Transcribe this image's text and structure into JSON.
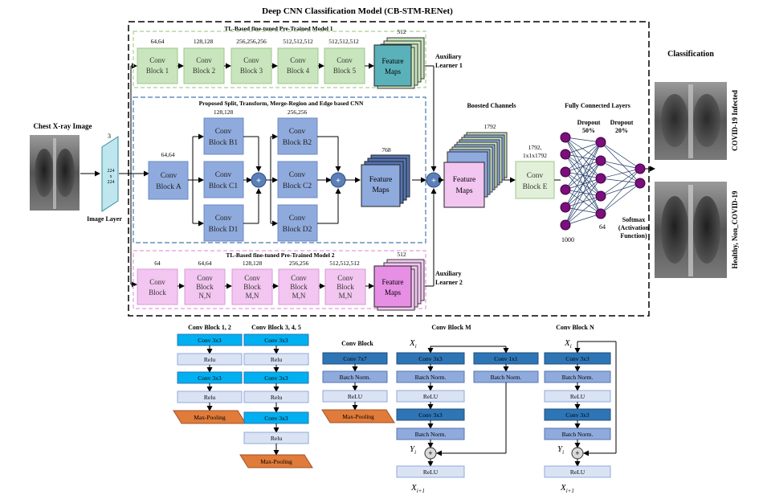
{
  "title": "Deep CNN Classification Model (CB-STM-RENet)",
  "input": {
    "label": "Chest X-ray Image",
    "image_layer": "Image Layer",
    "channels": "3",
    "size": [
      "224",
      "x",
      "224"
    ]
  },
  "tl_model_1": {
    "title": "TL-Based fine-tuned Pre-Trained Model 1",
    "blocks": [
      {
        "size": "64,64",
        "label": [
          "Conv",
          "Block 1"
        ]
      },
      {
        "size": "128,128",
        "label": [
          "Conv",
          "Block 2"
        ]
      },
      {
        "size": "256,256,256",
        "label": [
          "Conv",
          "Block 3"
        ]
      },
      {
        "size": "512,512,512",
        "label": [
          "Conv",
          "Block 4"
        ]
      },
      {
        "size": "512,512,512",
        "label": [
          "Conv",
          "Block 5"
        ]
      }
    ],
    "fmap_size": "512",
    "fmap_label": [
      "Feature",
      "Maps"
    ],
    "aux": [
      "Auxiliary",
      "Learner 1"
    ]
  },
  "split_cnn": {
    "title": "Proposed Split, Transform, Merge-Region and Edge based CNN",
    "block_a_size": "64,64",
    "block_a": [
      "Conv",
      "Block A"
    ],
    "b1_size": "128,128",
    "b1": [
      "Conv",
      "Block B1"
    ],
    "c1": [
      "Conv",
      "Block C1"
    ],
    "d1": [
      "Conv",
      "Block D1"
    ],
    "b2_size": "256,256",
    "b2": [
      "Conv",
      "Block B2"
    ],
    "c2": [
      "Conv",
      "Block C2"
    ],
    "d2": [
      "Conv",
      "Block D2"
    ],
    "fmap_size": "768",
    "fmap_label": [
      "Feature",
      "Maps"
    ],
    "plus": "+"
  },
  "tl_model_2": {
    "title": "TL-Based fine-tuned Pre-Trained Model 2",
    "blocks": [
      {
        "size": "64",
        "label": [
          "Conv",
          "Block"
        ]
      },
      {
        "size": "64,64",
        "label": [
          "Conv",
          "Block",
          "N,N"
        ]
      },
      {
        "size": "128,128",
        "label": [
          "Conv",
          "Block",
          "M,N"
        ]
      },
      {
        "size": "256,256",
        "label": [
          "Conv",
          "Block",
          "M,N"
        ]
      },
      {
        "size": "512,512,512",
        "label": [
          "Conv",
          "Block",
          "M,N"
        ]
      }
    ],
    "fmap_size": "512",
    "fmap_label": [
      "Feature",
      "Maps"
    ],
    "aux": [
      "Auxiliary",
      "Learner 2"
    ]
  },
  "boosted": {
    "title": "Boosted Channels",
    "size": "1792",
    "fmap_label": [
      "Feature",
      "Maps"
    ],
    "plus": "+"
  },
  "conv_e": {
    "size": [
      "1792,",
      "1x1x1792"
    ],
    "label": [
      "Conv",
      "Block E"
    ]
  },
  "fc": {
    "title": "Fully Connected Layers",
    "dropout1": [
      "Dropout",
      "50%"
    ],
    "dropout2": [
      "Dropout",
      "20%"
    ],
    "n1": "1000",
    "n2": "64",
    "softmax": [
      "Softmax",
      "(Activation",
      "Function)"
    ]
  },
  "classification": {
    "title": "Classification",
    "class1": "COVID-19 Infected",
    "class2": "Healthy, Non_COVID-19"
  },
  "legend": {
    "cb12": {
      "title": "Conv Block 1, 2",
      "layers": [
        "Conv 3x3",
        "Relu",
        "Conv 3x3",
        "Relu"
      ],
      "pool": "Max-Pooling"
    },
    "cb345": {
      "title": "Conv Block 3, 4, 5",
      "layers": [
        "Conv 3x3",
        "Relu",
        "Conv 3x3",
        "Relu",
        "Conv 3x3",
        "Relu"
      ],
      "pool": "Max-Pooling"
    },
    "cb": {
      "title": "Conv Block",
      "layers": [
        "Conv 7x7",
        "Batch Norm.",
        "ReLU"
      ],
      "pool": "Max-Pooling"
    },
    "cbm": {
      "title": "Conv Block M",
      "xi": "X",
      "xi_sub": "i",
      "main": [
        "Conv 3x3",
        "Batch Norm.",
        "ReLU",
        "Conv 3x3",
        "Batch Norm."
      ],
      "side": [
        "Conv 1x1",
        "Batch Norm."
      ],
      "yi": "Y",
      "yi_sub": "i",
      "plus": "+",
      "out": "ReLU",
      "xo": "X",
      "xo_sub": "i+1"
    },
    "cbn": {
      "title": "Conv Block N",
      "xi": "X",
      "xi_sub": "i",
      "main": [
        "Conv 3x3",
        "Batch Norm.",
        "ReLU",
        "Conv 3x3",
        "Batch Norm."
      ],
      "yi": "Y",
      "yi_sub": "i",
      "plus": "+",
      "out": "ReLU",
      "xo": "X",
      "xo_sub": "i+1"
    }
  }
}
